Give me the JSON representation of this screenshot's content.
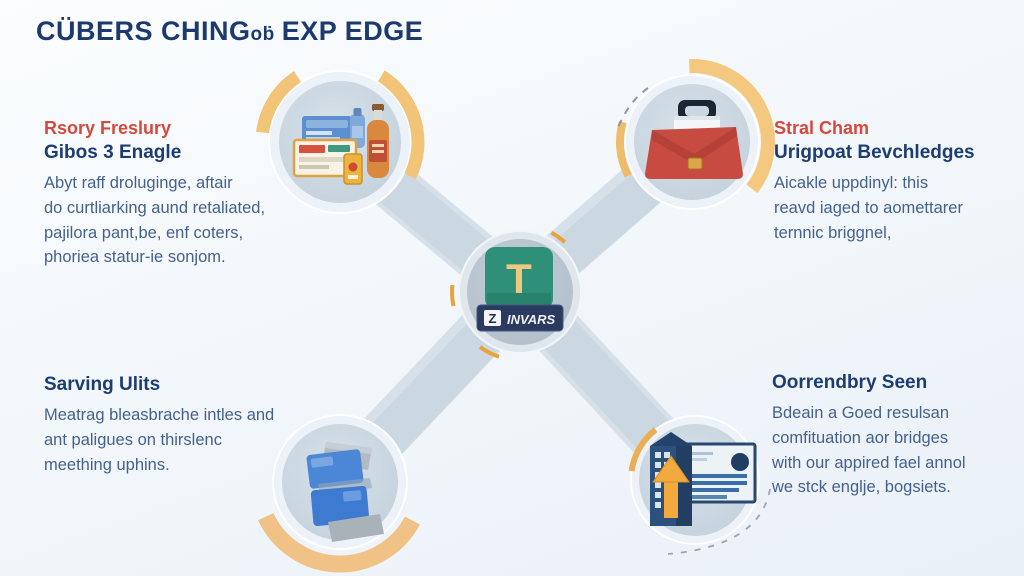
{
  "title": {
    "part1": "CÜBERS CHING",
    "part2": "оḃ",
    "part3": "EXP EDGE"
  },
  "center": {
    "icon_letter": "T",
    "logo_glyph": "Z",
    "logo_text": "INVARS",
    "icon": "teal-app-tile"
  },
  "sections": {
    "top_left": {
      "tagline": "Rsory Freslury",
      "heading": "Gibos 3 Enagle",
      "body": "Abyt raff droluginge, aftair\ndo curtliarking aund retaliated,\npajilora pant,be, enf coters,\nphoriea statur-ie sonjom.",
      "icon": "groceries-products"
    },
    "top_right": {
      "tagline": "Stral Cham",
      "heading": "Urigpoat Bevchledges",
      "body": "Aicakle uppdinyl: this\nreavd iaged to aomettarer\nternnic briggnel,",
      "icon": "red-briefcase"
    },
    "bottom_left": {
      "heading": "Sarving Ulits",
      "body": "Meatrag bleasbrache intles and\nant paligues on thirslenc\nmeething uphins.",
      "icon": "blue-folders"
    },
    "bottom_right": {
      "heading": "Oorrendbry Seen",
      "body": "Bdeain a Goed resulsan\ncomfituation aor bridges\nwith our appired fael annol\nwe stck englje, bogsiets.",
      "icon": "building-upload-card"
    }
  },
  "colors": {
    "title_navy": "#1c3a6e",
    "accent_red": "#d8473c",
    "body_text": "#44618d",
    "connector_band": "#cfdae3",
    "node_fill": "#c9d6e1",
    "accent_yellow": "#f2c478",
    "center_teal": "#2e9078",
    "briefcase_red": "#c84b41",
    "folder_blue": "#4c86d6",
    "building_navy": "#2c517c",
    "arrow_orange": "#f2a93d",
    "logo_bar_navy": "#2b3a5f"
  }
}
